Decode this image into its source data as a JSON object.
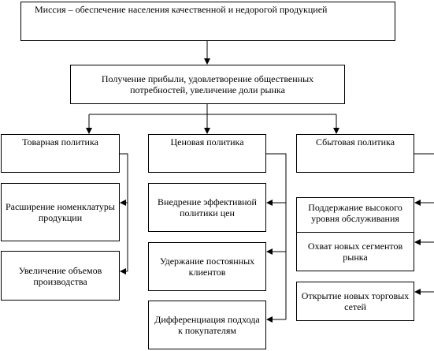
{
  "mission": "Миссия – обеспечение населения качественной и недорогой продукцией",
  "goal": "Получение прибыли, удовлетворение общественных потребностей, увеличение доли рынка",
  "policies": {
    "product": {
      "title": "Товарная политика",
      "items": [
        "Расширение номенклатуры продукции",
        "Увеличение объемов производства"
      ]
    },
    "price": {
      "title": "Ценовая политика",
      "items": [
        "Внедрение эффективной политики цен",
        "Удержание постоянных клиентов",
        "Дифференциация подхода к покупателям"
      ]
    },
    "sales": {
      "title": "Сбытовая политика",
      "items": [
        "Поддержание высокого уровня обслуживания",
        "Охват новых сегментов рынка",
        "Открытие новых торговых сетей"
      ]
    }
  },
  "colors": {
    "line": "#000000",
    "background": "#ffffff"
  }
}
